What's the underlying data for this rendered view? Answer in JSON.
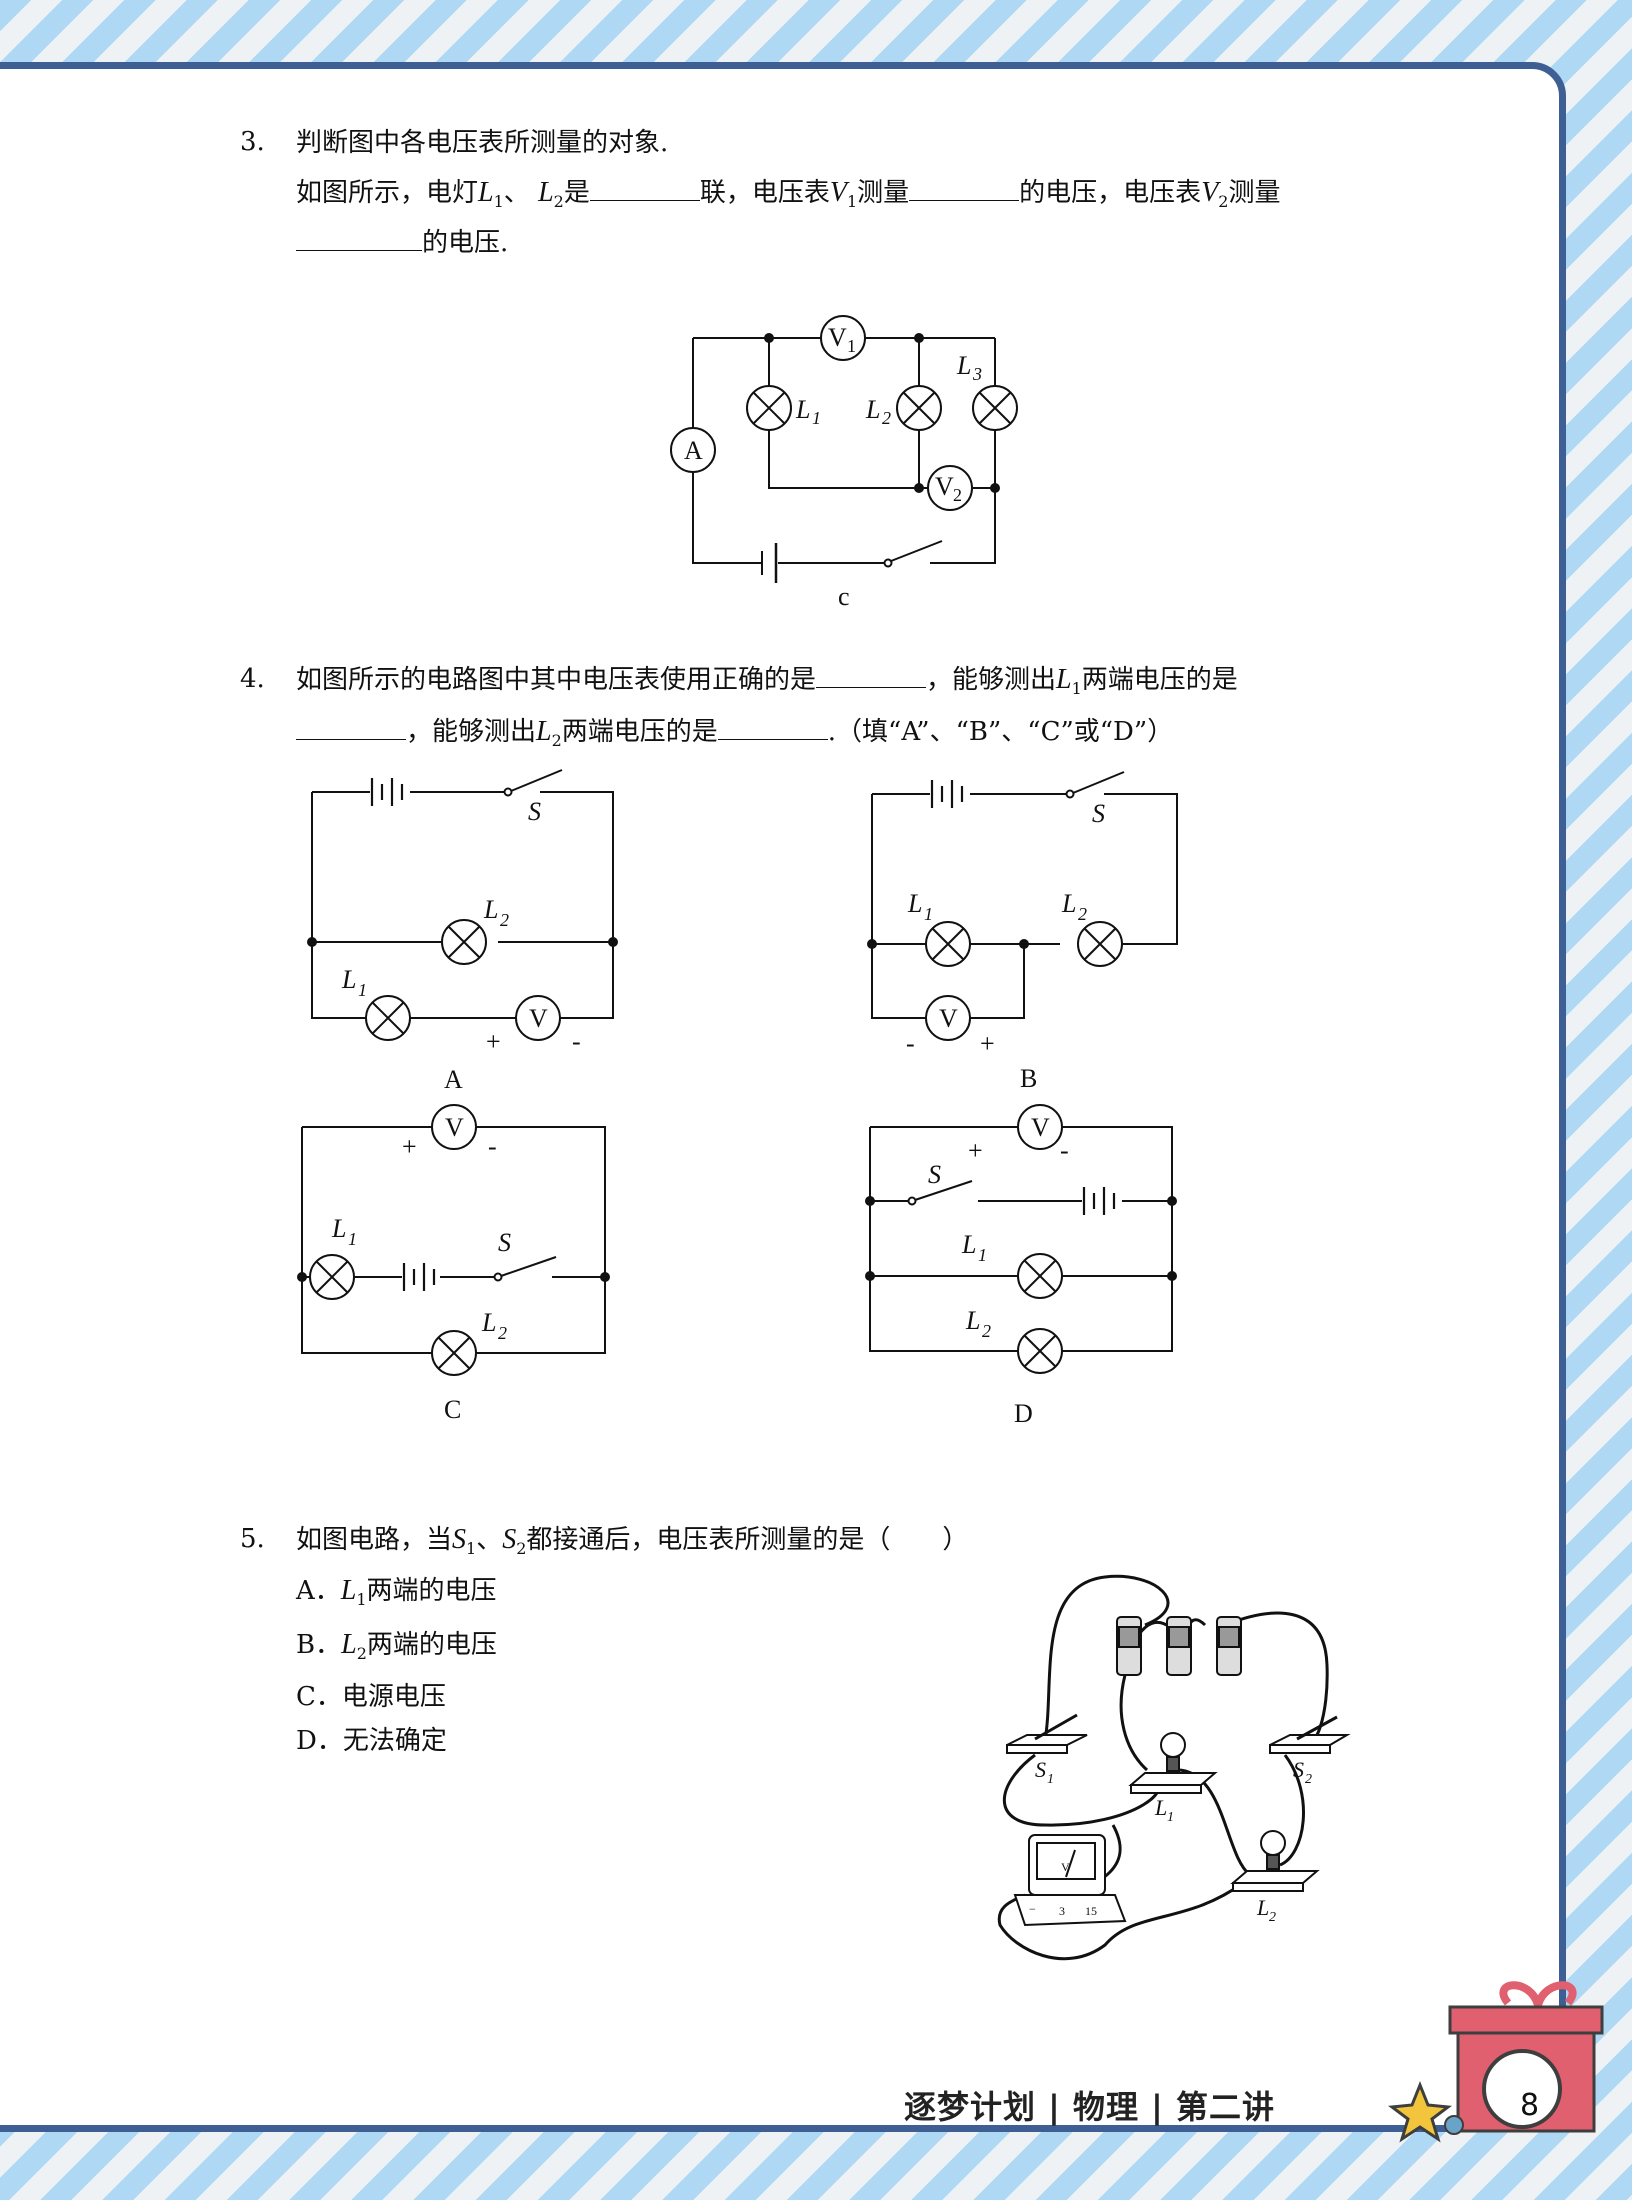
{
  "q3": {
    "number": "3.",
    "line1": "判断图中各电压表所测量的对象.",
    "line2_a": "如图所示，电灯",
    "line2_b": "、",
    "line2_c": "是",
    "line2_d": "联，电压表",
    "line2_e": "测量",
    "line2_f": "的电压，电压表",
    "line2_g": "测量",
    "line3": "的电压.",
    "figure_caption": "c"
  },
  "q4": {
    "number": "4.",
    "line1_a": "如图所示的电路图中其中电压表使用正确的是",
    "line1_b": "，能够测出",
    "line1_c": "两端电压的是",
    "line2_a": "，能够测出",
    "line2_b": "两端电压的是",
    "line2_c": ".（填“A”、“B”、“C”或“D”）",
    "captions": [
      "A",
      "B",
      "C",
      "D"
    ]
  },
  "q5": {
    "number": "5.",
    "stem_a": "如图电路，当",
    "stem_b": "、",
    "stem_c": "都接通后，电压表所测量的是（　　）",
    "options": [
      "A．",
      "B．",
      "C．电源电压",
      "D．无法确定"
    ],
    "option_a_text": "两端的电压",
    "option_b_text": "两端的电压",
    "meter_scale": [
      "−",
      "3",
      "15"
    ]
  },
  "symbols": {
    "L": "L",
    "V": "V",
    "A": "A",
    "S": "S",
    "sub1": "1",
    "sub2": "2",
    "sub3": "3",
    "plus": "+",
    "minus": "-"
  },
  "footer": {
    "text": "逐梦计划 | 物理 | 第二讲",
    "page_number": "8"
  },
  "colors": {
    "frame": "#3e5f93",
    "stripe": "#aed8f3",
    "gift": "#e06070",
    "star": "#f3c53d"
  }
}
